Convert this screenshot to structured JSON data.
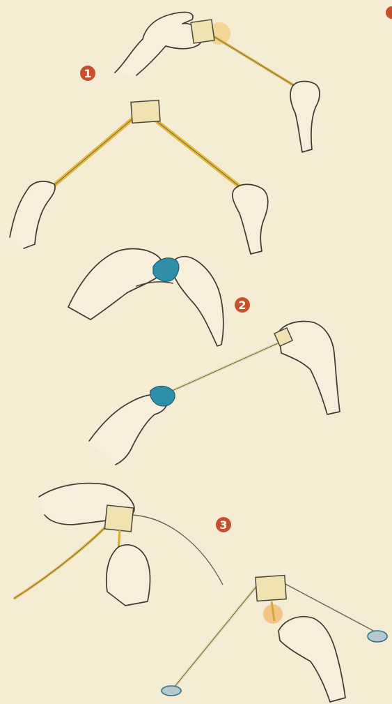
{
  "steps": [
    {
      "number": "1"
    },
    {
      "number": "2"
    },
    {
      "number": "3"
    }
  ],
  "colors": {
    "background": "#f5ecd4",
    "step_badge": "#c6502e",
    "string_yellow": "#e5b73a",
    "clip_blue": "#2f8fa8",
    "glow_orange": "#f1a443",
    "ink": "#3e3a31"
  }
}
